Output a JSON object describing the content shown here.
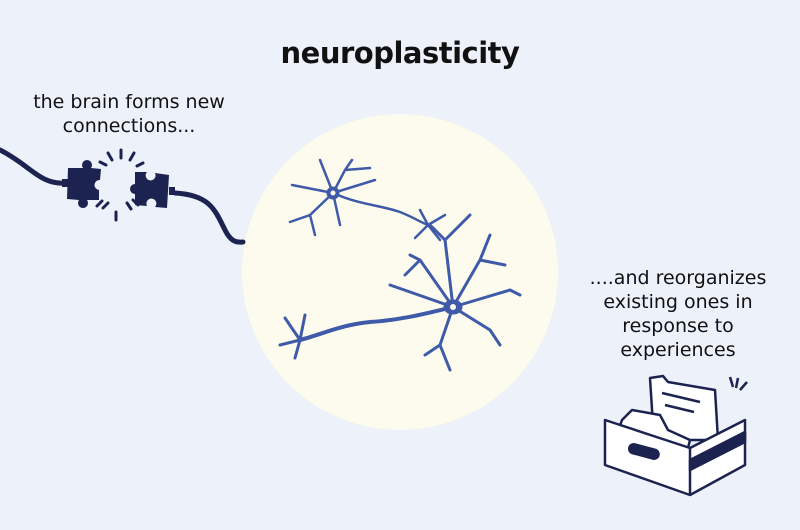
{
  "title": "neuroplasticity",
  "left_caption": "the brain forms new connections...",
  "right_caption": "....and reorganizes existing ones in response to experiences",
  "colors": {
    "background": "#ecf1fa",
    "circle": "#fcfbee",
    "neuron": "#3e5aa8",
    "ink": "#1c2350"
  },
  "icons": [
    "puzzle-plug-icon",
    "neuron-icon",
    "file-box-icon"
  ]
}
